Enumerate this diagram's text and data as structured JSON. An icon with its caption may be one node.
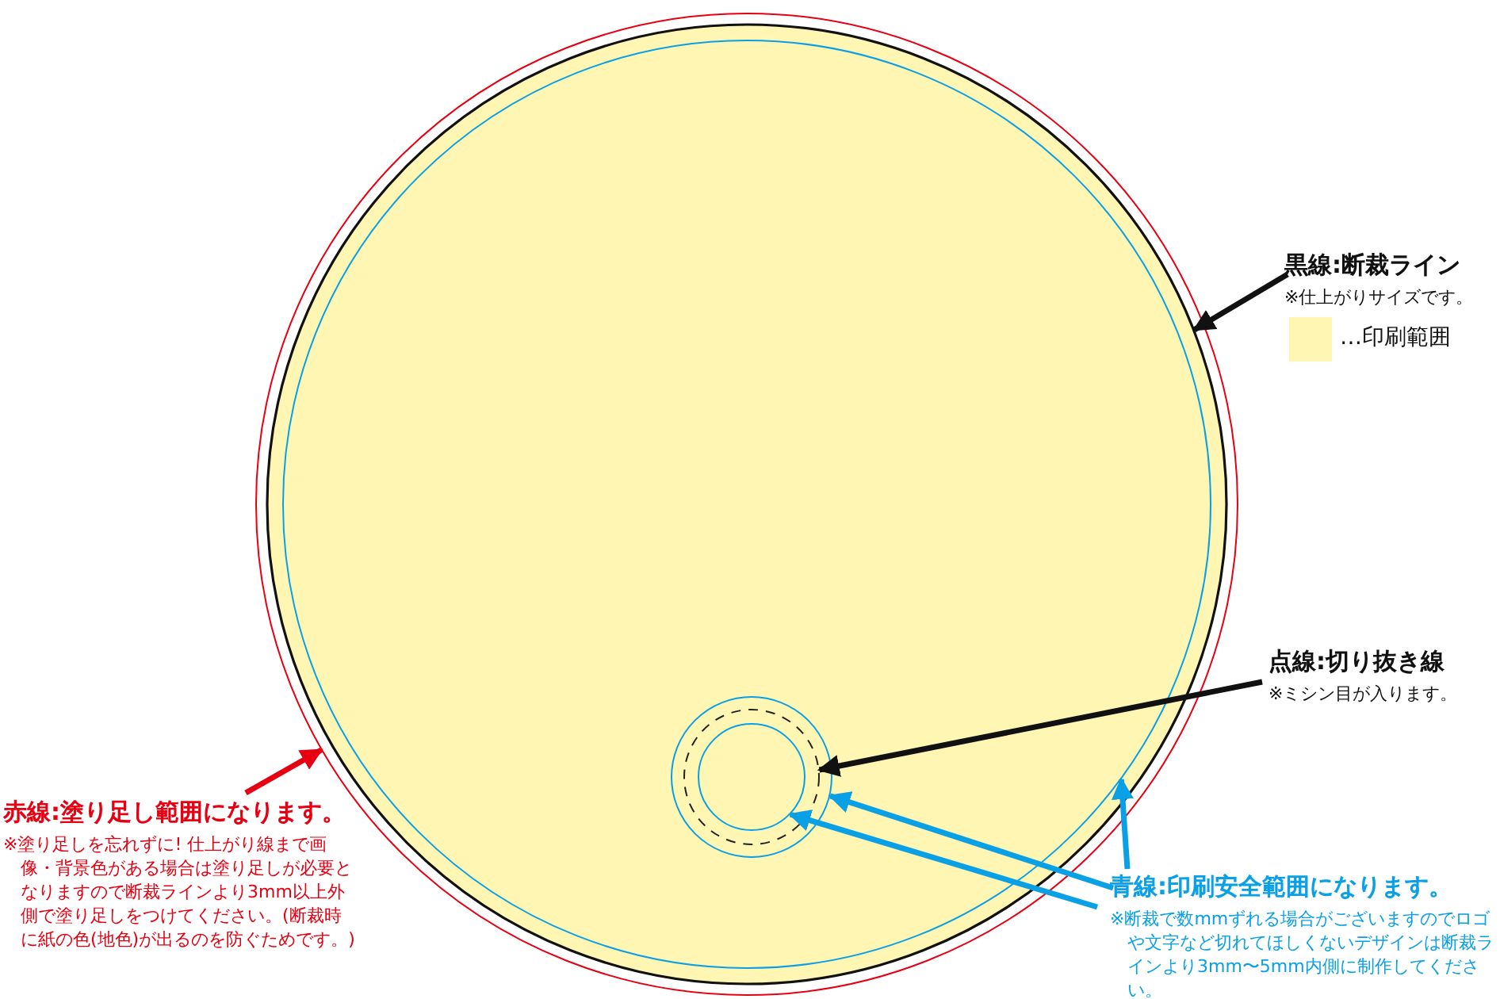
{
  "diagram": {
    "nodes": [
      {
        "text": [],
        "shape": "circle"
      },
      {
        "text": [],
        "shape": "circle",
        "in": 0
      },
      {
        "text": [],
        "shape": "circle",
        "in": 1
      },
      {
        "text": [],
        "shape": "circle",
        "in": 2
      },
      {
        "text": [],
        "shape": "circle",
        "in": 3
      },
      {
        "text": [],
        "shape": "circle",
        "in": 4
      },
      {
        "text": [
          "黒線:断裁ライン",
          "※仕上がりサイズです。"
        ]
      },
      {
        "text": [
          "点線:切り抜き線",
          "※ミシン目が入ります。"
        ]
      },
      {
        "text": [
          "赤線:塗り足し範囲になります。",
          "※塗り足しを忘れずに! 仕上がり線まで画像・背景色がある場合は塗り足しが必要となりますので断裁ラインより3mm以上外側で塗り足しをつけてください。(断裁時に紙の色(地色)が出るのを防ぐためです。)"
        ]
      },
      {
        "text": [
          "青線:印刷安全範囲になります。",
          "※断裁で数mmずれる場合がございますのでロゴや文字など切れてほしくないデザインは断裁ラインより3mm〜5mm内側に制作してください。"
        ]
      }
    ],
    "edges": [
      {
        "from": 6,
        "to": 1,
        "arrow": "to",
        "color": "#111111"
      },
      {
        "from": 7,
        "to": 4,
        "arrow": "to",
        "color": "#111111"
      },
      {
        "from": 8,
        "to": 0,
        "arrow": "to",
        "color": "#e60012"
      },
      {
        "from": 9,
        "to": 2,
        "arrow": "to",
        "color": "#0aa0e6"
      },
      {
        "from": 9,
        "to": 3,
        "arrow": "to",
        "color": "#0aa0e6"
      },
      {
        "from": 9,
        "to": 5,
        "arrow": "to",
        "color": "#0aa0e6"
      }
    ],
    "legend": [
      {
        "text": "…印刷範囲",
        "color": "#fff6b3"
      }
    ]
  }
}
